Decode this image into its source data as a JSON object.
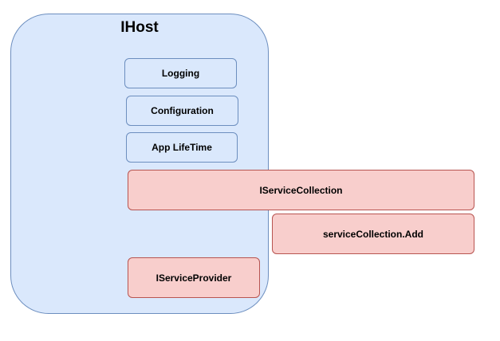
{
  "diagram": {
    "title": "IHost",
    "nodes": {
      "logging": "Logging",
      "configuration": "Configuration",
      "app_lifetime": "App LifeTime",
      "service_collection": "IServiceCollection",
      "service_collection_add": "serviceCollection.Add",
      "service_provider": "IServiceProvider"
    }
  },
  "colors": {
    "container_fill": "#dae8fc",
    "container_stroke": "#6c8ebf",
    "service_fill": "#f8cecc",
    "service_stroke": "#b85450"
  }
}
